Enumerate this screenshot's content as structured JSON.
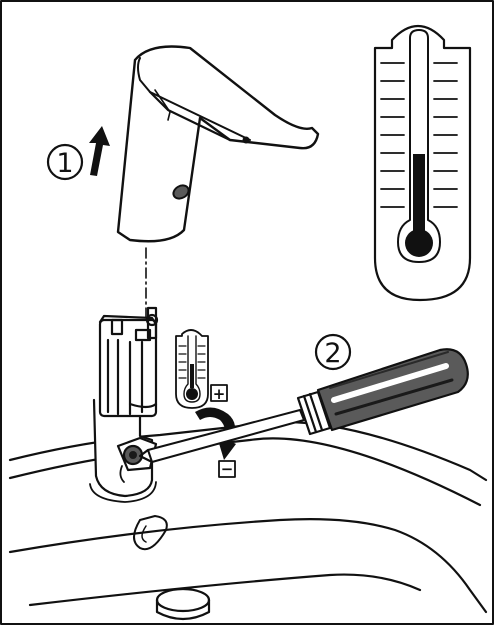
{
  "steps": [
    {
      "label": "1",
      "action": "lift-spout-upward"
    },
    {
      "label": "2",
      "action": "turn-adjustment-screw"
    }
  ],
  "temperature_signs": {
    "increase": "+",
    "decrease": "−"
  },
  "icons": [
    "up-arrow-icon",
    "thermometer-icon",
    "small-thermometer-icon",
    "rotation-arrow-icon",
    "screwdriver-icon"
  ],
  "colors": {
    "line": "#111111",
    "fill_gray": "#5a5a5a",
    "fill_dark": "#1a1a1a",
    "background": "#ffffff"
  }
}
